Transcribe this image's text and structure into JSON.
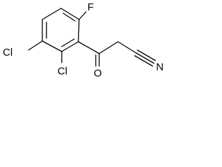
{
  "molecule": {
    "atom_labels": {
      "fluorine": "F",
      "chlorine_3": "Cl",
      "chlorine_2": "Cl",
      "carbonyl_oxygen": "O",
      "nitrile_nitrogen": "N"
    },
    "colors": {
      "bond": "#000000",
      "label": "#000000",
      "background": "#ffffff"
    }
  }
}
